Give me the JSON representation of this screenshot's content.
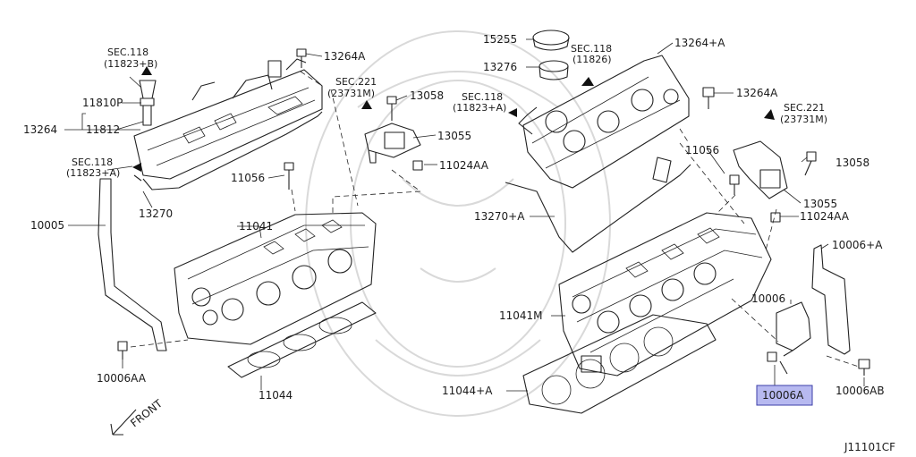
{
  "diagram_id": "J11101CF",
  "front_label": "FRONT",
  "highlight_color": "#b7b9f0",
  "labels": {
    "sec118_top_left": [
      "SEC.118",
      "(11823+B)"
    ],
    "sec118_left_low": [
      "SEC.118",
      "(11823+A)"
    ],
    "sec221_left": [
      "SEC.221",
      "(23731M)"
    ],
    "sec118_center": [
      "SEC.118",
      "(11823+A)"
    ],
    "sec118_right": [
      "SEC.118",
      "(11826)"
    ],
    "sec221_right": [
      "SEC.221",
      "(23731M)"
    ],
    "p13264A_left": "13264A",
    "p11810P": "11810P",
    "p13264": "13264",
    "p11812": "11812",
    "p13058_left": "13058",
    "p13055_left": "13055",
    "p11024AA_left": "11024AA",
    "p11056_left": "11056",
    "p13270": "13270",
    "p10005": "10005",
    "p11041": "11041",
    "p10006AA": "10006AA",
    "p11044": "11044",
    "p15255": "15255",
    "p13276": "13276",
    "p13264pA": "13264+A",
    "p13264A_right": "13264A",
    "p11056_right": "11056",
    "p13058_right": "13058",
    "p13055_right": "13055",
    "p11024AA_right": "11024AA",
    "p13270pA": "13270+A",
    "p10006pA": "10006+A",
    "p10006": "10006",
    "p11041M": "11041M",
    "p10006A": "10006A",
    "p10006AB": "10006AB",
    "p11044pA": "11044+A"
  }
}
